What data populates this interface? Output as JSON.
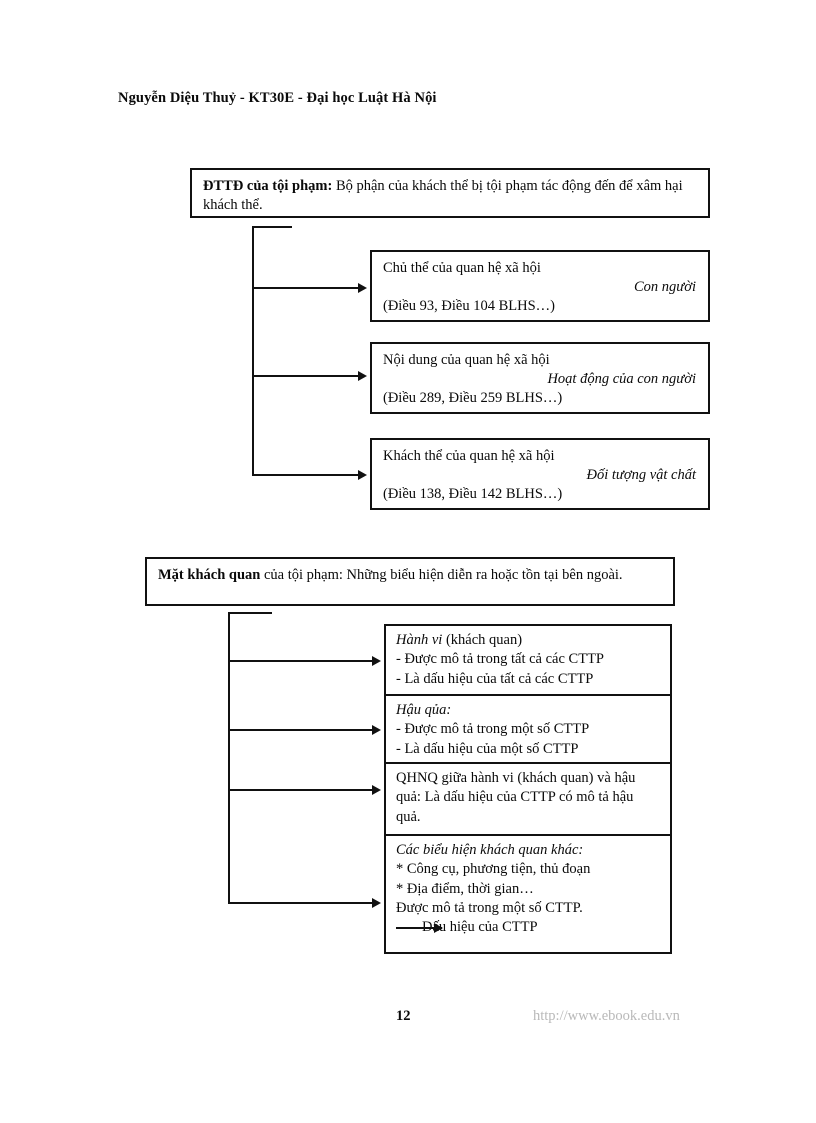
{
  "document": {
    "header": "Nguyễn Diệu Thuỷ - KT30E - Đại học Luật Hà Nội",
    "page_number": "12",
    "watermark": "http://www.ebook.edu.vn"
  },
  "diagram_top": {
    "root": {
      "label_bold": "ĐTTĐ của tội phạm:",
      "text": " Bộ phận của khách thể bị tội phạm tác động đến để xâm hại khách thể."
    },
    "branches": [
      {
        "title": "Chủ thể của quan hệ xã hội",
        "emphasis": "Con người",
        "reference": "(Điều 93, Điều 104 BLHS…)"
      },
      {
        "title": "Nội dung của quan hệ xã hội",
        "emphasis": "Hoạt động của con người",
        "reference": "(Điều 289, Điều 259 BLHS…)"
      },
      {
        "title": "Khách thể của quan hệ xã hội",
        "emphasis": "Đối tượng vật chất",
        "reference": "(Điều 138, Điều 142 BLHS…)"
      }
    ]
  },
  "diagram_bottom": {
    "root": {
      "label_bold": "Mặt khách quan",
      "text": " của tội phạm: Những biểu hiện diễn ra hoặc tồn tại bên ngoài."
    },
    "cells": [
      {
        "heading_italic": "Hành vi",
        "heading_rest": " (khách quan)",
        "lines": [
          "- Được mô tả trong tất cả các CTTP",
          "- Là dấu hiệu của tất cả các CTTP"
        ]
      },
      {
        "heading_italic": "Hậu qủa:",
        "heading_rest": "",
        "lines": [
          "- Được mô tả trong một số CTTP",
          "- Là dấu hiệu của một số CTTP"
        ]
      },
      {
        "heading_italic": "",
        "heading_rest": "",
        "lines": [
          "QHNQ giữa hành vi (khách quan) và hậu",
          "quả: Là dấu hiệu của CTTP có mô tả hậu",
          "quả."
        ]
      },
      {
        "heading_italic": "Các biểu hiện khách quan khác:",
        "heading_rest": "",
        "lines": [
          "* Công cụ, phương tiện, thủ đoạn",
          "* Địa điểm, thời gian…",
          "Được mô tả trong một số CTTP."
        ],
        "arrow_line": "Dấu hiệu của CTTP"
      }
    ]
  }
}
